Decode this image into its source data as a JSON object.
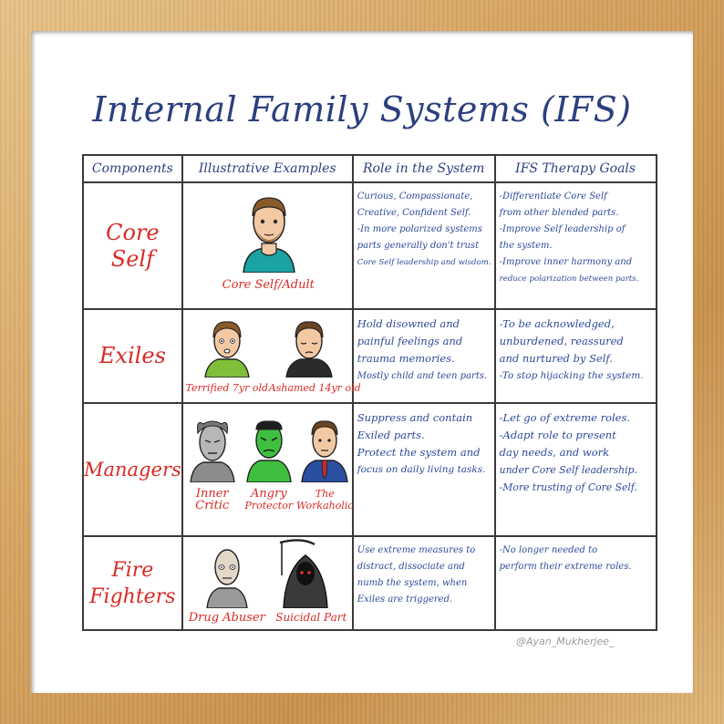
{
  "title": "Internal Family Systems (IFS)",
  "headers": [
    "Components",
    "Illustrative Examples",
    "Role in the System",
    "IFS Therapy Goals"
  ],
  "rows": [
    {
      "component": [
        "Core",
        "Self"
      ],
      "captions": [
        "Core Self/Adult"
      ],
      "role": [
        "Curious, Compassionate,",
        "Creative, Confident Self.",
        "-In more polarized systems",
        "parts generally don't trust",
        "Core Self leadership and wisdom."
      ],
      "goals": [
        "-Differentiate Core Self",
        "from other blended parts.",
        "-Improve Self leadership of",
        "the system.",
        "-Improve inner harmony and",
        "reduce polarization between parts."
      ]
    },
    {
      "component": [
        "Exiles"
      ],
      "captions": [
        "Terrified 7yr old",
        "Ashamed 14yr old"
      ],
      "role": [
        "Hold disowned and",
        "painful feelings and",
        "trauma memories.",
        "Mostly child and teen parts."
      ],
      "goals": [
        "-To be acknowledged,",
        "unburdened, reassured",
        "and nurtured by Self.",
        "-To stop hijacking the system."
      ]
    },
    {
      "component": [
        "Managers"
      ],
      "captions": [
        [
          "Inner",
          "Critic"
        ],
        [
          "Angry",
          "Protector"
        ],
        [
          "The",
          "Workaholic"
        ]
      ],
      "role": [
        "Suppress and contain",
        "Exiled parts.",
        "Protect the system and",
        "focus on daily living tasks."
      ],
      "goals": [
        "-Let go of extreme roles.",
        "-Adapt role to present",
        "day needs, and work",
        "under Core Self leadership.",
        "-More trusting of Core Self."
      ]
    },
    {
      "component": [
        "Fire",
        "Fighters"
      ],
      "captions": [
        "Drug Abuser",
        "Suicidal Part"
      ],
      "role": [
        "Use extreme measures to",
        "distract, dissociate and",
        "numb the system, when",
        "Exiles are triggered."
      ],
      "goals": [
        "-No longer needed to",
        "perform their extreme roles."
      ]
    }
  ],
  "credit": "@Ayan_Mukherjee_",
  "colors": {
    "title": "#2c3f7f",
    "component": "#d92a25",
    "text": "#2c4a9a",
    "frame": "#d6a460"
  }
}
